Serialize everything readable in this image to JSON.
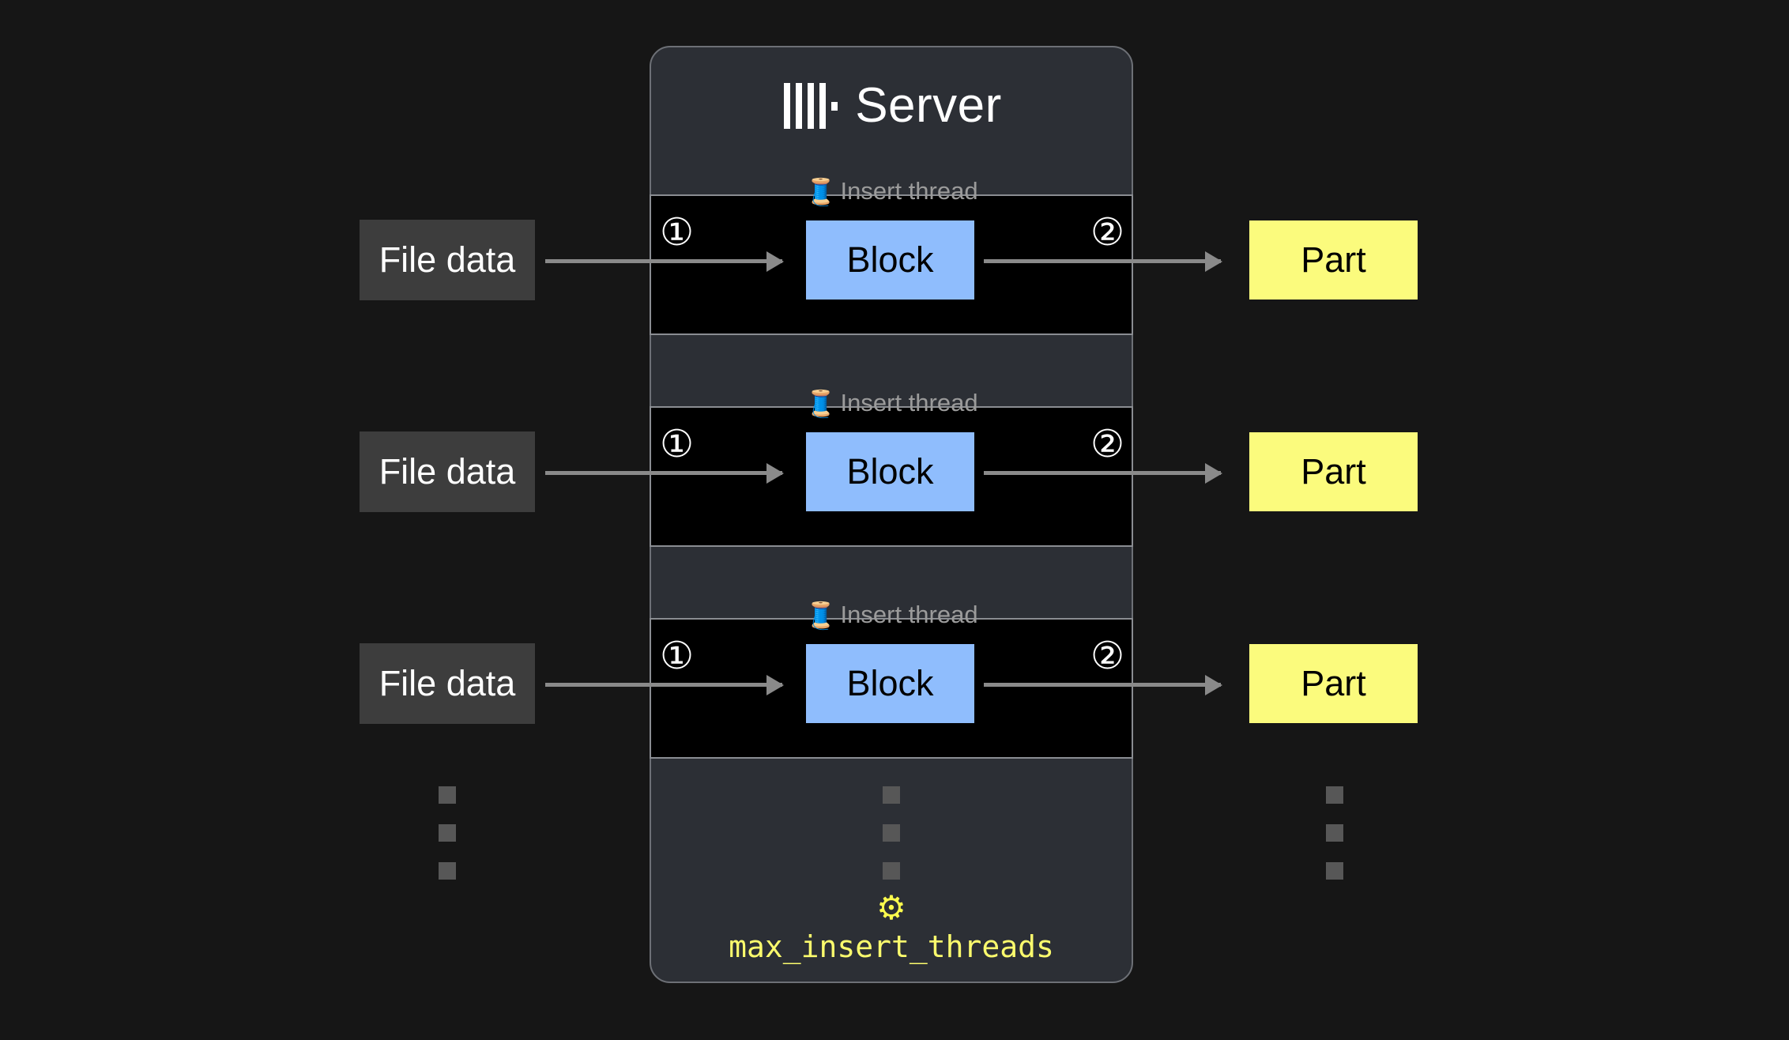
{
  "page": {
    "background": "#161616",
    "title": "ClickHouse parallel insert threads diagram"
  },
  "server": {
    "title": "Server",
    "logo_icon": "clickhouse-logo-icon",
    "panel_color": "#2c2f35",
    "border_color": "#6d7076"
  },
  "legend": {
    "thread_emoji": "🧵",
    "thread_label": "Insert thread",
    "step_one": "①",
    "step_two": "②"
  },
  "labels": {
    "file_data": "File data",
    "block": "Block",
    "part": "Part"
  },
  "colors": {
    "file_data_bg": "#3d3d3d",
    "block_bg": "#8fbdfd",
    "part_bg": "#fbfb7d",
    "arrow": "#8a8a8a",
    "thread_box_bg": "#000000",
    "thread_box_border": "#8a8d92",
    "thread_label_text": "#9b9b9b",
    "setting_text": "#fbfb6d",
    "ellipsis_square": "#575757"
  },
  "setting": {
    "gear_icon": "⚙",
    "name": "max_insert_threads"
  },
  "rows": [
    {
      "index": 1,
      "file_data": "File data",
      "block": "Block",
      "part": "Part",
      "step_in": "①",
      "step_out": "②",
      "thread_label": "Insert thread"
    },
    {
      "index": 2,
      "file_data": "File data",
      "block": "Block",
      "part": "Part",
      "step_in": "①",
      "step_out": "②",
      "thread_label": "Insert thread"
    },
    {
      "index": 3,
      "file_data": "File data",
      "block": "Block",
      "part": "Part",
      "step_in": "①",
      "step_out": "②",
      "thread_label": "Insert thread"
    }
  ],
  "ellipsis": {
    "count": 3,
    "columns": [
      "file-data-column",
      "server-column",
      "part-column"
    ]
  }
}
